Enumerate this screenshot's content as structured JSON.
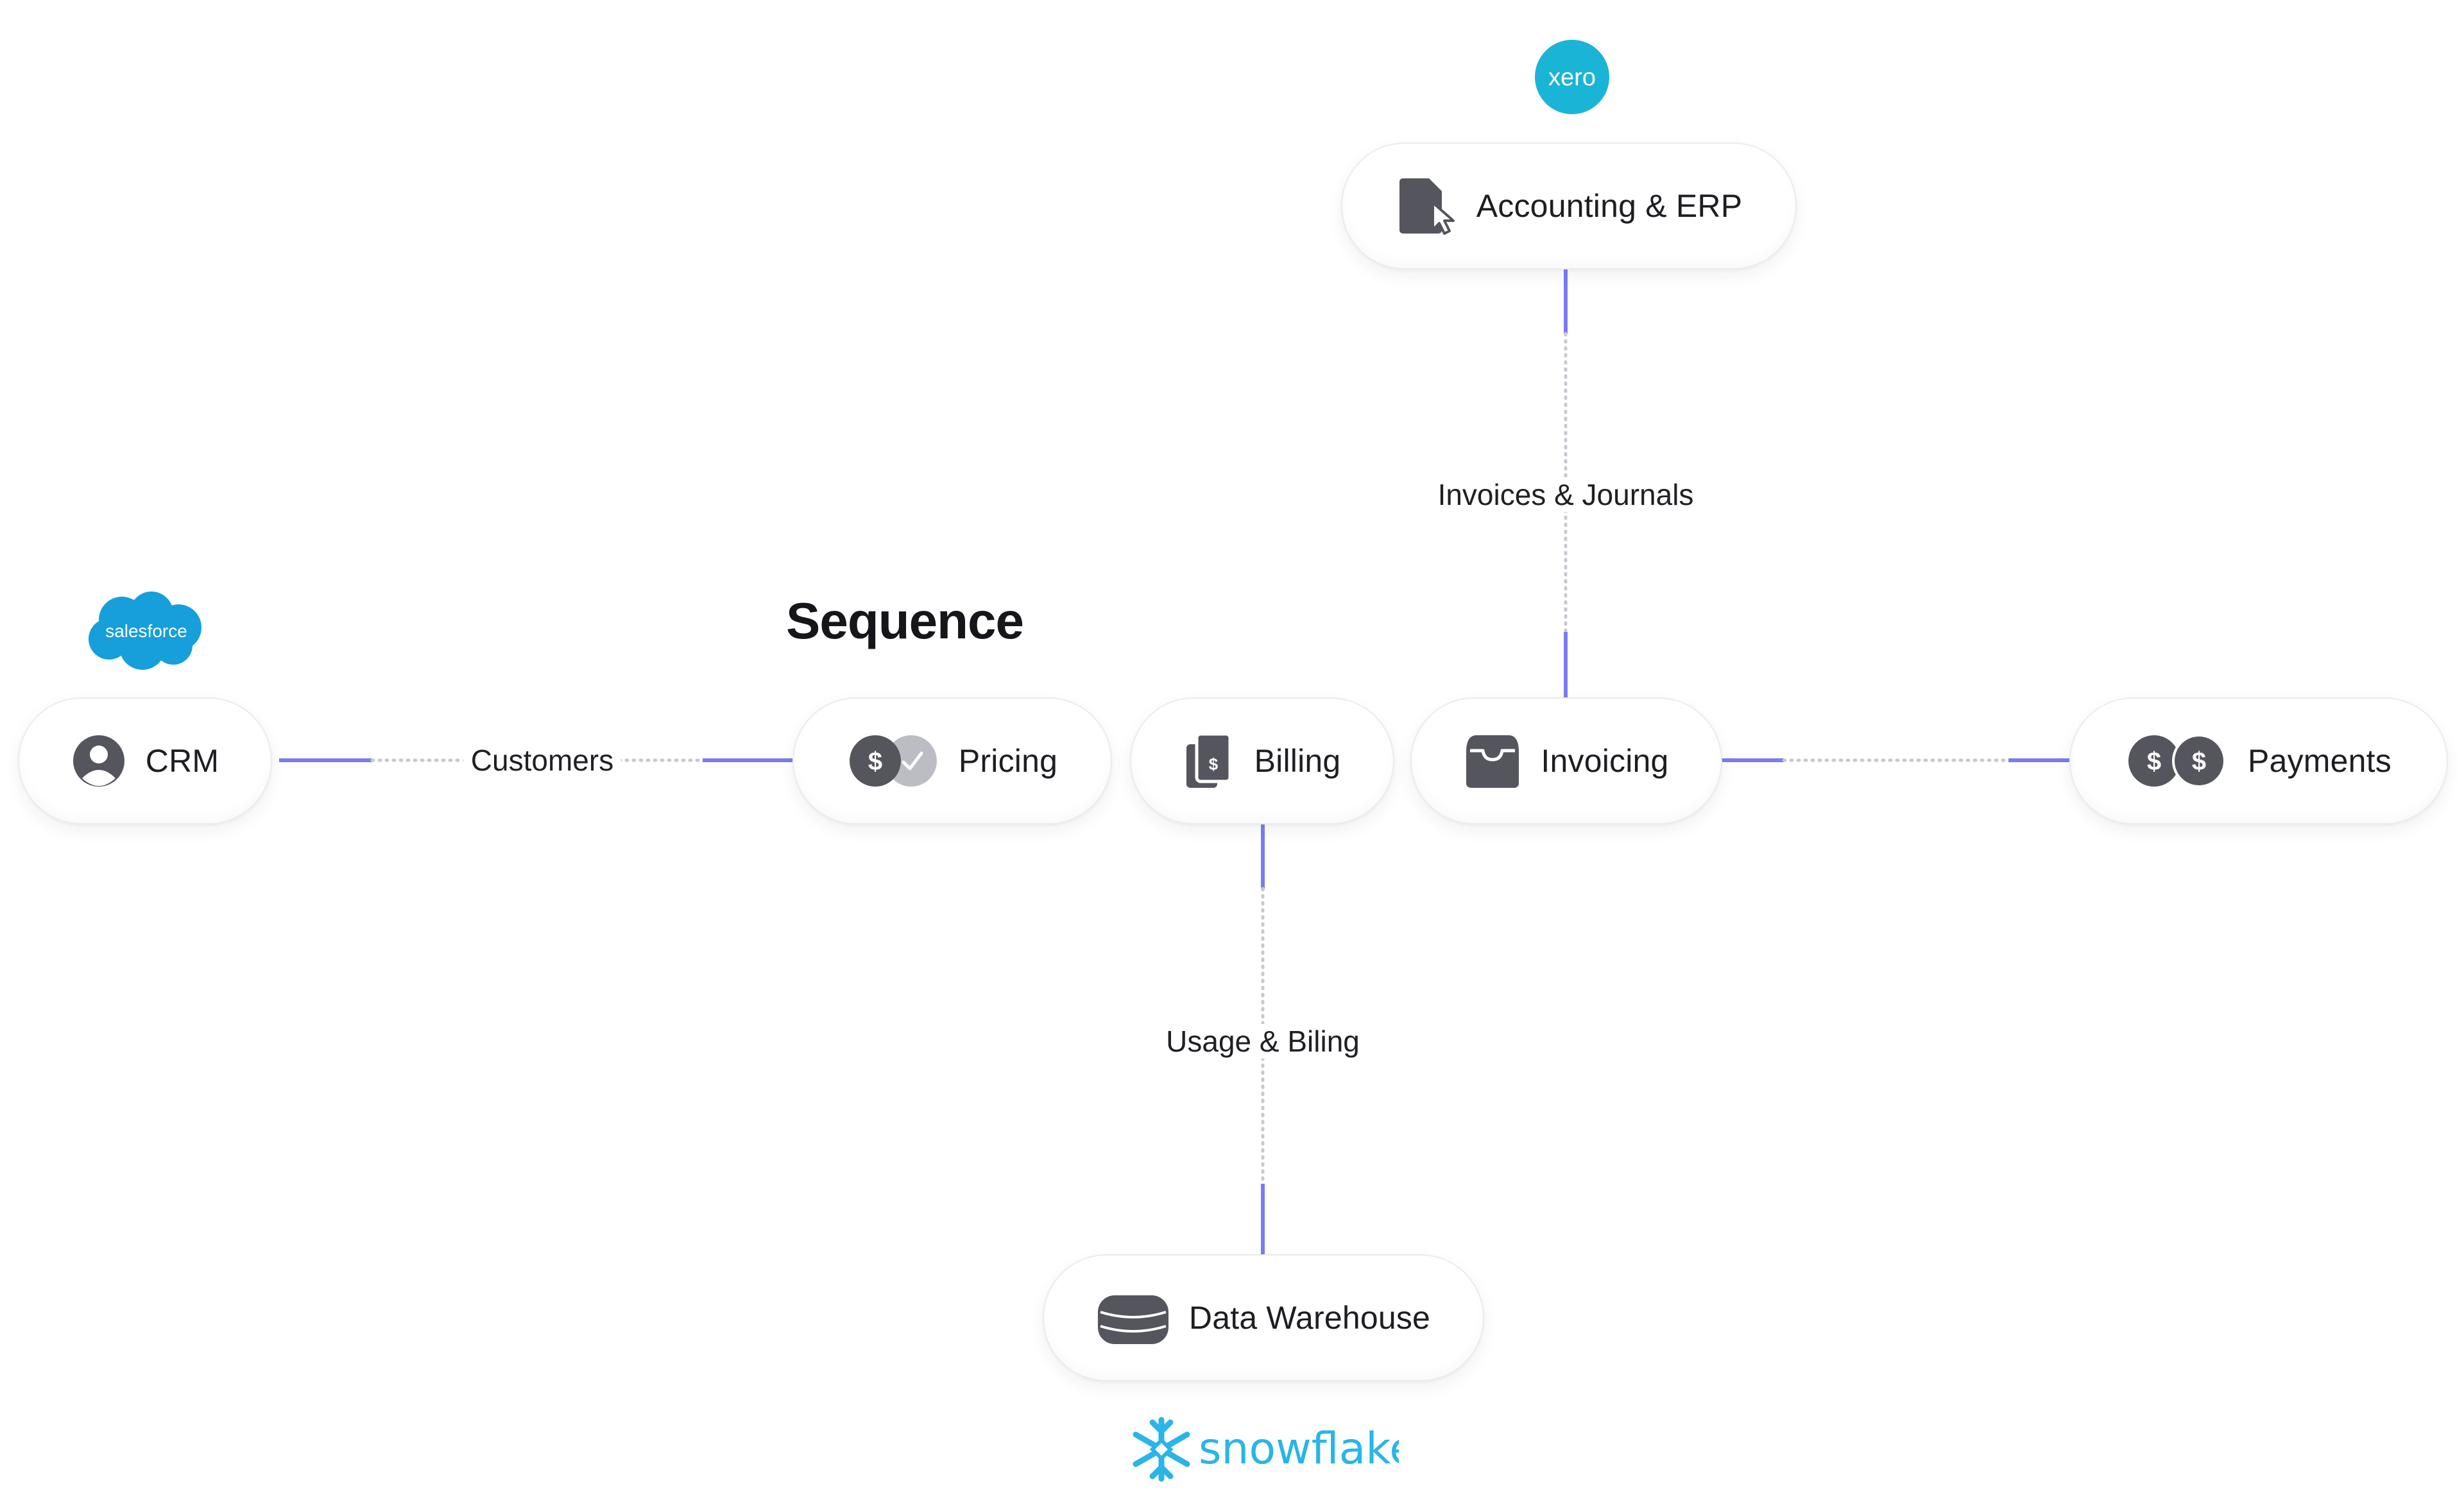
{
  "title": "Sequence",
  "nodes": {
    "accounting": "Accounting & ERP",
    "crm": "CRM",
    "pricing": "Pricing",
    "billing": "Billing",
    "invoicing": "Invoicing",
    "payments": "Payments",
    "warehouse": "Data Warehouse"
  },
  "edges": {
    "customers": "Customers",
    "invoices_journals": "Invoices & Journals",
    "usage_billing": "Usage & Biling"
  },
  "brands": {
    "xero": "xero",
    "salesforce": "salesforce",
    "snowflake": "snowflake"
  },
  "colors": {
    "icon": "#55555e",
    "accent_line": "#7b7cf0",
    "dotted_line": "#c8c8d0",
    "xero": "#1ab4d7",
    "salesforce": "#169fdb",
    "snowflake": "#29b5e8"
  }
}
